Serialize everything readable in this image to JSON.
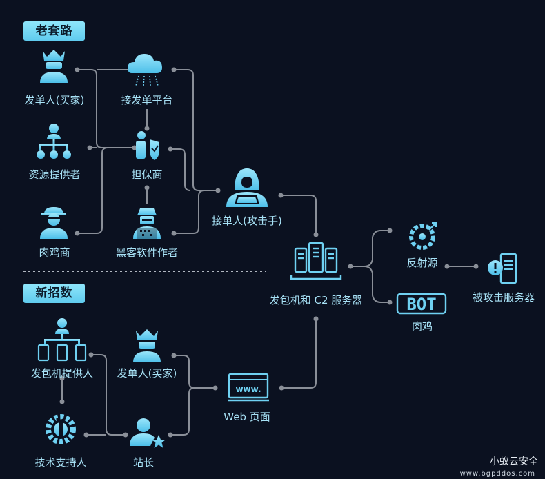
{
  "sections": {
    "old": "老套路",
    "new": "新招数"
  },
  "nodes": {
    "buyer_old": "发单人(买家)",
    "platform": "接发单平台",
    "resource": "资源提供者",
    "guarantor": "担保商",
    "broiler_dealer": "肉鸡商",
    "hacker_author": "黑客软件作者",
    "attacker": "接单人(攻击手)",
    "c2": "发包机和 C2 服务器",
    "reflector": "反射源",
    "target": "被攻击服务器",
    "bot": "肉鸡",
    "packet_provider": "发包机提供人",
    "buyer_new": "发单人(买家)",
    "web": "Web 页面",
    "support": "技术支持人",
    "webmaster": "站长"
  },
  "icon_text": {
    "bot": "BOT",
    "web": "www."
  },
  "watermark": {
    "name": "小蚁云安全",
    "url": "www.bgpddos.com"
  },
  "colors": {
    "background": "#0b1120",
    "icon": "#6fd1f2",
    "line": "#8a8f98",
    "badge": "#7adbf5"
  }
}
